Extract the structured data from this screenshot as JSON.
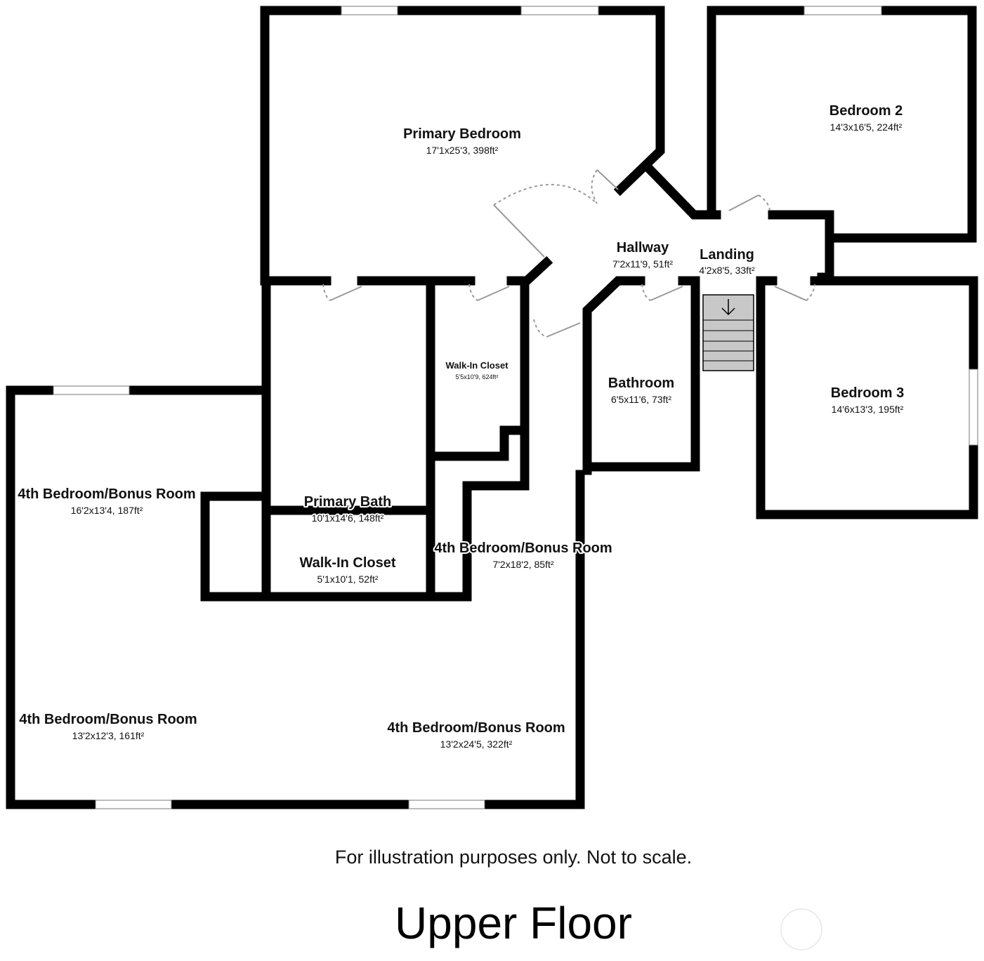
{
  "rooms": {
    "primary_bedroom": {
      "name": "Primary Bedroom",
      "dims": "17'1x25'3, 398ft²"
    },
    "bedroom_2": {
      "name": "Bedroom 2",
      "dims": "14'3x16'5, 224ft²"
    },
    "hallway": {
      "name": "Hallway",
      "dims": "7'2x11'9, 51ft²"
    },
    "landing": {
      "name": "Landing",
      "dims": "4'2x8'5, 33ft²"
    },
    "walk_in_closet_1": {
      "name": "Walk-In Closet",
      "dims": "5'5x10'9, 624ft²"
    },
    "bathroom": {
      "name": "Bathroom",
      "dims": "6'5x11'6, 73ft²"
    },
    "bedroom_3": {
      "name": "Bedroom 3",
      "dims": "14'6x13'3, 195ft²"
    },
    "bonus_room_1": {
      "name": "4th Bedroom/Bonus Room",
      "dims": "16'2x13'4, 187ft²"
    },
    "primary_bath": {
      "name": "Primary Bath",
      "dims": "10'1x14'6, 148ft²"
    },
    "walk_in_closet_2": {
      "name": "Walk-In Closet",
      "dims": "5'1x10'1, 52ft²"
    },
    "bonus_room_2": {
      "name": "4th Bedroom/Bonus Room",
      "dims": "7'2x18'2, 85ft²"
    },
    "bonus_room_3": {
      "name": "4th Bedroom/Bonus Room",
      "dims": "13'2x12'3, 161ft²"
    },
    "bonus_room_4": {
      "name": "4th Bedroom/Bonus Room",
      "dims": "13'2x24'5, 322ft²"
    }
  },
  "footer": {
    "disclaimer": "For illustration purposes only. Not to scale.",
    "floor_label": "Upper Floor"
  },
  "colors": {
    "wall": "#000000",
    "door_swing": "#999999",
    "stair_fill": "#c8c8c8",
    "background": "#ffffff"
  }
}
